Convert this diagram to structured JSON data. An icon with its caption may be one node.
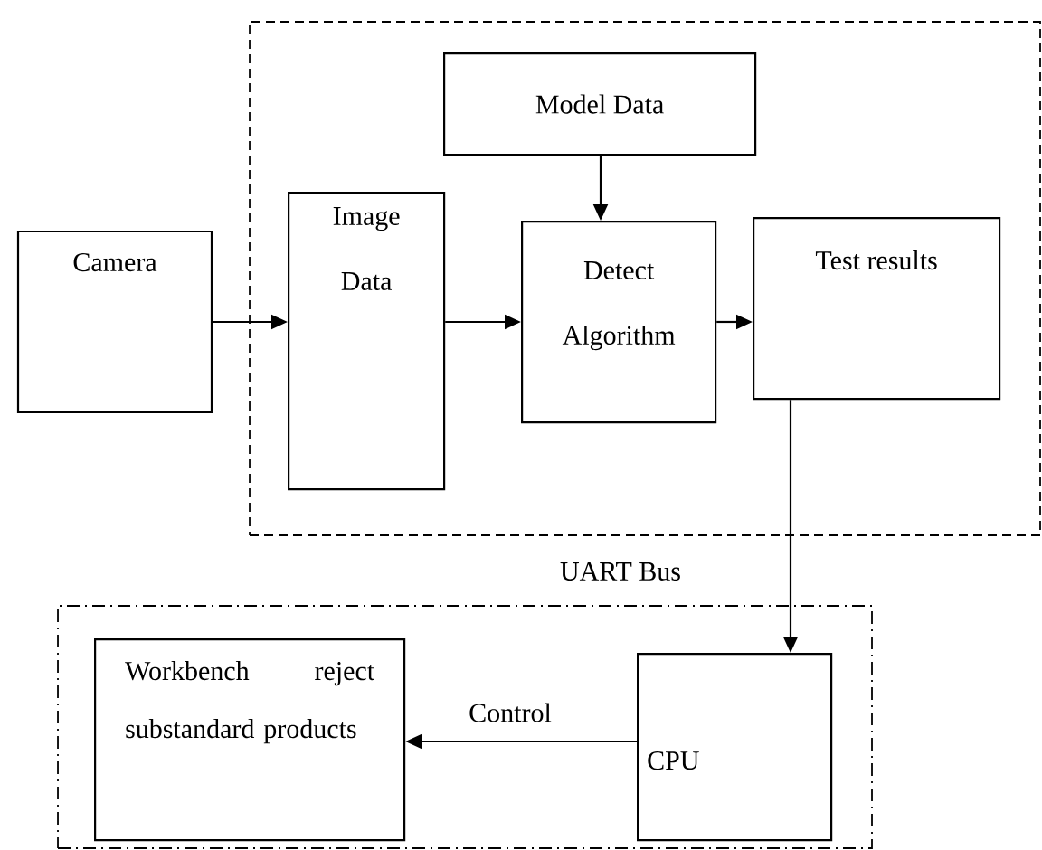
{
  "diagram": {
    "nodes": [
      {
        "text": [],
        "shape": "box"
      },
      {
        "text": [
          "Camera"
        ]
      },
      {
        "text": [
          "Image Data"
        ],
        "in": 0
      },
      {
        "text": [
          "Model Data"
        ],
        "in": 0
      },
      {
        "text": [
          "Detect Algorithm"
        ],
        "in": 0
      },
      {
        "text": [
          "Test results"
        ],
        "in": 0
      },
      {
        "text": [],
        "shape": "box"
      },
      {
        "text": [
          "Workbench reject substandard products"
        ],
        "in": 6
      },
      {
        "text": [
          "CPU"
        ],
        "in": 6
      }
    ],
    "edges": [
      {
        "from": 1,
        "to": 2,
        "arrow": "to"
      },
      {
        "from": 2,
        "to": 4,
        "arrow": "to"
      },
      {
        "from": 3,
        "to": 4,
        "arrow": "to"
      },
      {
        "from": 4,
        "to": 5,
        "arrow": "to"
      },
      {
        "from": 5,
        "to": 8,
        "arrow": "to",
        "label": "UART Bus"
      },
      {
        "from": 8,
        "to": 7,
        "arrow": "to",
        "label": "Control"
      }
    ]
  }
}
